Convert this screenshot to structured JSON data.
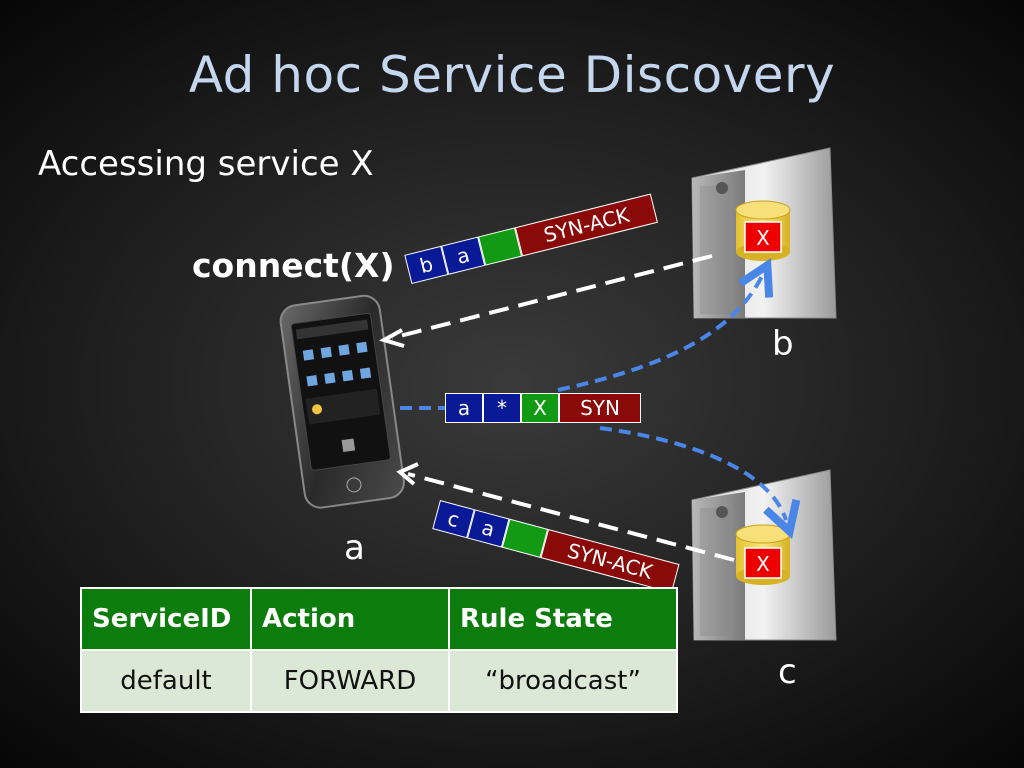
{
  "slide": {
    "title": "Ad hoc Service Discovery",
    "subtitle": "Accessing service X",
    "call_label": "connect(X)"
  },
  "nodes": {
    "phone": {
      "label": "a",
      "icon": "smartphone-icon"
    },
    "server_b": {
      "label": "b",
      "service_label": "X",
      "icon": "server-icon"
    },
    "server_c": {
      "label": "c",
      "service_label": "X",
      "icon": "server-icon"
    }
  },
  "packets": {
    "syn": {
      "cells": [
        "a",
        "*",
        "X",
        "SYN"
      ]
    },
    "synack_b": {
      "cells": [
        "b",
        "a",
        "",
        "SYN-ACK"
      ]
    },
    "synack_c": {
      "cells": [
        "c",
        "a",
        "",
        "SYN-ACK"
      ]
    }
  },
  "colors": {
    "title": "#c5d7ee",
    "header_blue": "#0a1a96",
    "field_green": "#139a14",
    "field_red": "#8a0a0a",
    "arrow_blue": "#4a86e8",
    "arrow_white": "#ffffff",
    "service_yellow": "#f3d64a"
  },
  "rule_table": {
    "headers": [
      "ServiceID",
      "Action",
      "Rule State"
    ],
    "rows": [
      [
        "default",
        "FORWARD",
        "“broadcast”"
      ]
    ]
  }
}
